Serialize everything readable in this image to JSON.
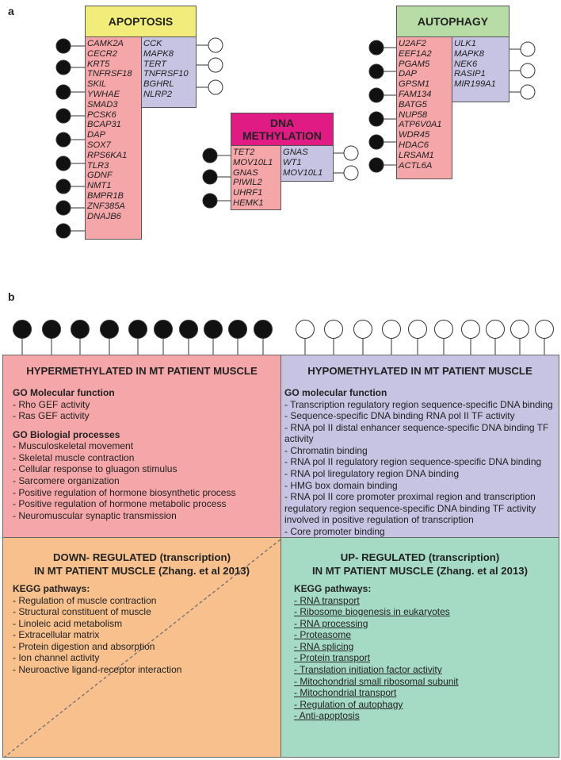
{
  "panel_a": {
    "label": "a",
    "apoptosis": {
      "title": "APOPTOSIS",
      "hyper": [
        "CAMK2A",
        "CECR2",
        "KRT5",
        "TNFRSF18",
        "SKIL",
        "YWHAE",
        "SMAD3",
        "PCSK6",
        "BCAP31",
        "DAP",
        "SOX7",
        "RPS6KA1",
        "TLR3",
        "GDNF",
        "NMT1",
        "BMPR1B",
        "ZNF385A",
        "DNAJB6"
      ],
      "hypo": [
        "CCK",
        "MAPK8",
        "TERT",
        "TNFRSF10",
        "BGHRL",
        "NLRP2"
      ]
    },
    "dna_methylation": {
      "title_line1": "DNA",
      "title_line2": "METHYLATION",
      "hyper": [
        "TET2",
        "MOV10L1",
        "GNAS",
        "PIWIL2",
        "UHRF1",
        "HEMK1"
      ],
      "hypo": [
        "GNAS",
        "WT1",
        "MOV10L1"
      ]
    },
    "autophagy": {
      "title": "AUTOPHAGY",
      "hyper": [
        "U2AF2",
        "EEF1A2",
        "PGAM5",
        "DAP",
        "GPSM1",
        "FAM134",
        "BATG5",
        "NUP58",
        "ATP6V0A1",
        "WDR45",
        "HDAC6",
        "LRSAM1",
        "ACTL6A"
      ],
      "hypo": [
        "ULK1",
        "MAPK8",
        "NEK6",
        "RASIP1",
        "MIR199A1"
      ]
    }
  },
  "panel_b": {
    "label": "b",
    "hyper": {
      "title": "HYPERMETHYLATED IN MT PATIENT MUSCLE",
      "mf_head": "GO Molecular function",
      "mf_items": [
        " - Rho GEF activity",
        " - Ras GEF activity"
      ],
      "bp_head": "GO Biologial processes",
      "bp_items": [
        "- Musculoskeletal movement",
        "- Skeletal muscle contraction",
        "- Cellular response to gluagon stimulus",
        "- Sarcomere organization",
        "- Positive regulation of hormone biosynthetic process",
        "- Positive regulation of hormone metabolic process",
        "- Neuromuscular synaptic transmission"
      ]
    },
    "hypo": {
      "title": "HYPOMETHYLATED IN MT PATIENT MUSCLE",
      "mf_head": "GO molecular function",
      "mf_items": [
        "- Transcription regulatory region sequence-specific DNA binding",
        "- Sequence-specific DNA binding RNA pol II TF activity",
        "- RNA pol II distal enhancer sequence-specific DNA binding TF activity",
        "- Chromatin binding",
        "- RNA pol II regulatory region sequence-specific DNA binding",
        "- RNA pol liregulatory region DNA binding",
        "- HMG box domain binding",
        "- RNA pol II core promoter proximal region and transcription regulatory region sequence-specific DNA binding TF activity involved in positive regulation of transcription",
        "- Core promoter binding"
      ]
    },
    "down": {
      "title_line1": "DOWN- REGULATED (transcription)",
      "title_line2": "IN MT PATIENT MUSCLE (Zhang. et al 2013)",
      "kegg_head": "KEGG pathways:",
      "items": [
        "- Regulation of muscle contraction",
        "- Structural constituent of muscle",
        "- Linoleic acid metabolism",
        "- Extracellular matrix",
        "- Protein digestion and absorption",
        "- Ion channel activity",
        "- Neuroactive ligand-receptor interaction"
      ]
    },
    "up": {
      "title_line1": "UP- REGULATED (transcription)",
      "title_line2": "IN MT PATIENT MUSCLE (Zhang. et al 2013)",
      "kegg_head": "KEGG pathways:",
      "items": [
        "- RNA transport",
        "- Ribosome biogenesis in eukaryotes",
        "- RNA processing",
        "- Proteasome",
        "- RNA splicing",
        "- Protein transport",
        "- Translation initiation factor activity",
        "- Mitochondrial small ribosomal subunit",
        "- Mitochondrial transport",
        "- Regulation of autophagy",
        "- Anti-apoptosis"
      ]
    }
  },
  "colors": {
    "hyper": "#f4a6a8",
    "hypo": "#c6c3e3",
    "apoptosis_header": "#f2ec7a",
    "dna_header": "#e01b84",
    "autophagy_header": "#b8dca5",
    "down": "#f7c08d",
    "up": "#a5dbc5"
  }
}
